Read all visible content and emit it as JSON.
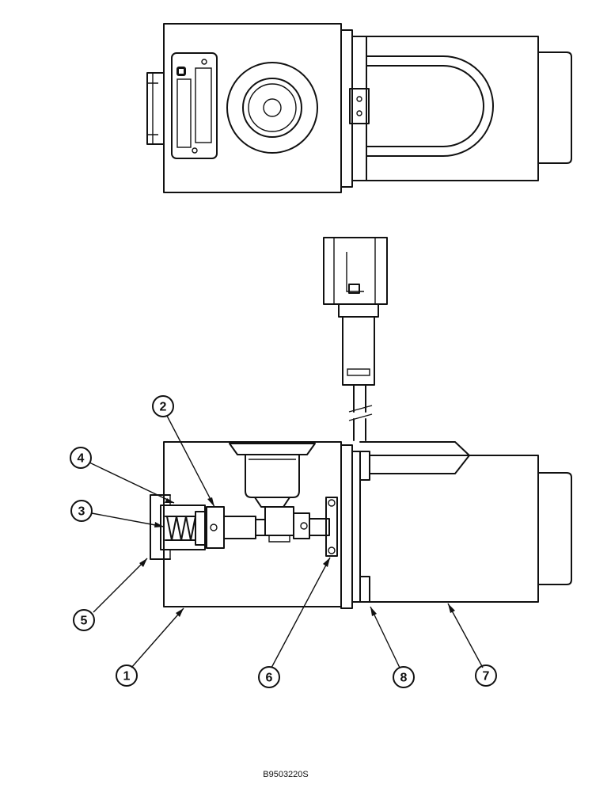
{
  "figure": {
    "id": "B9503220S"
  },
  "callouts": [
    {
      "number": "1"
    },
    {
      "number": "2"
    },
    {
      "number": "3"
    },
    {
      "number": "4"
    },
    {
      "number": "5"
    },
    {
      "number": "6"
    },
    {
      "number": "7"
    },
    {
      "number": "8"
    }
  ]
}
